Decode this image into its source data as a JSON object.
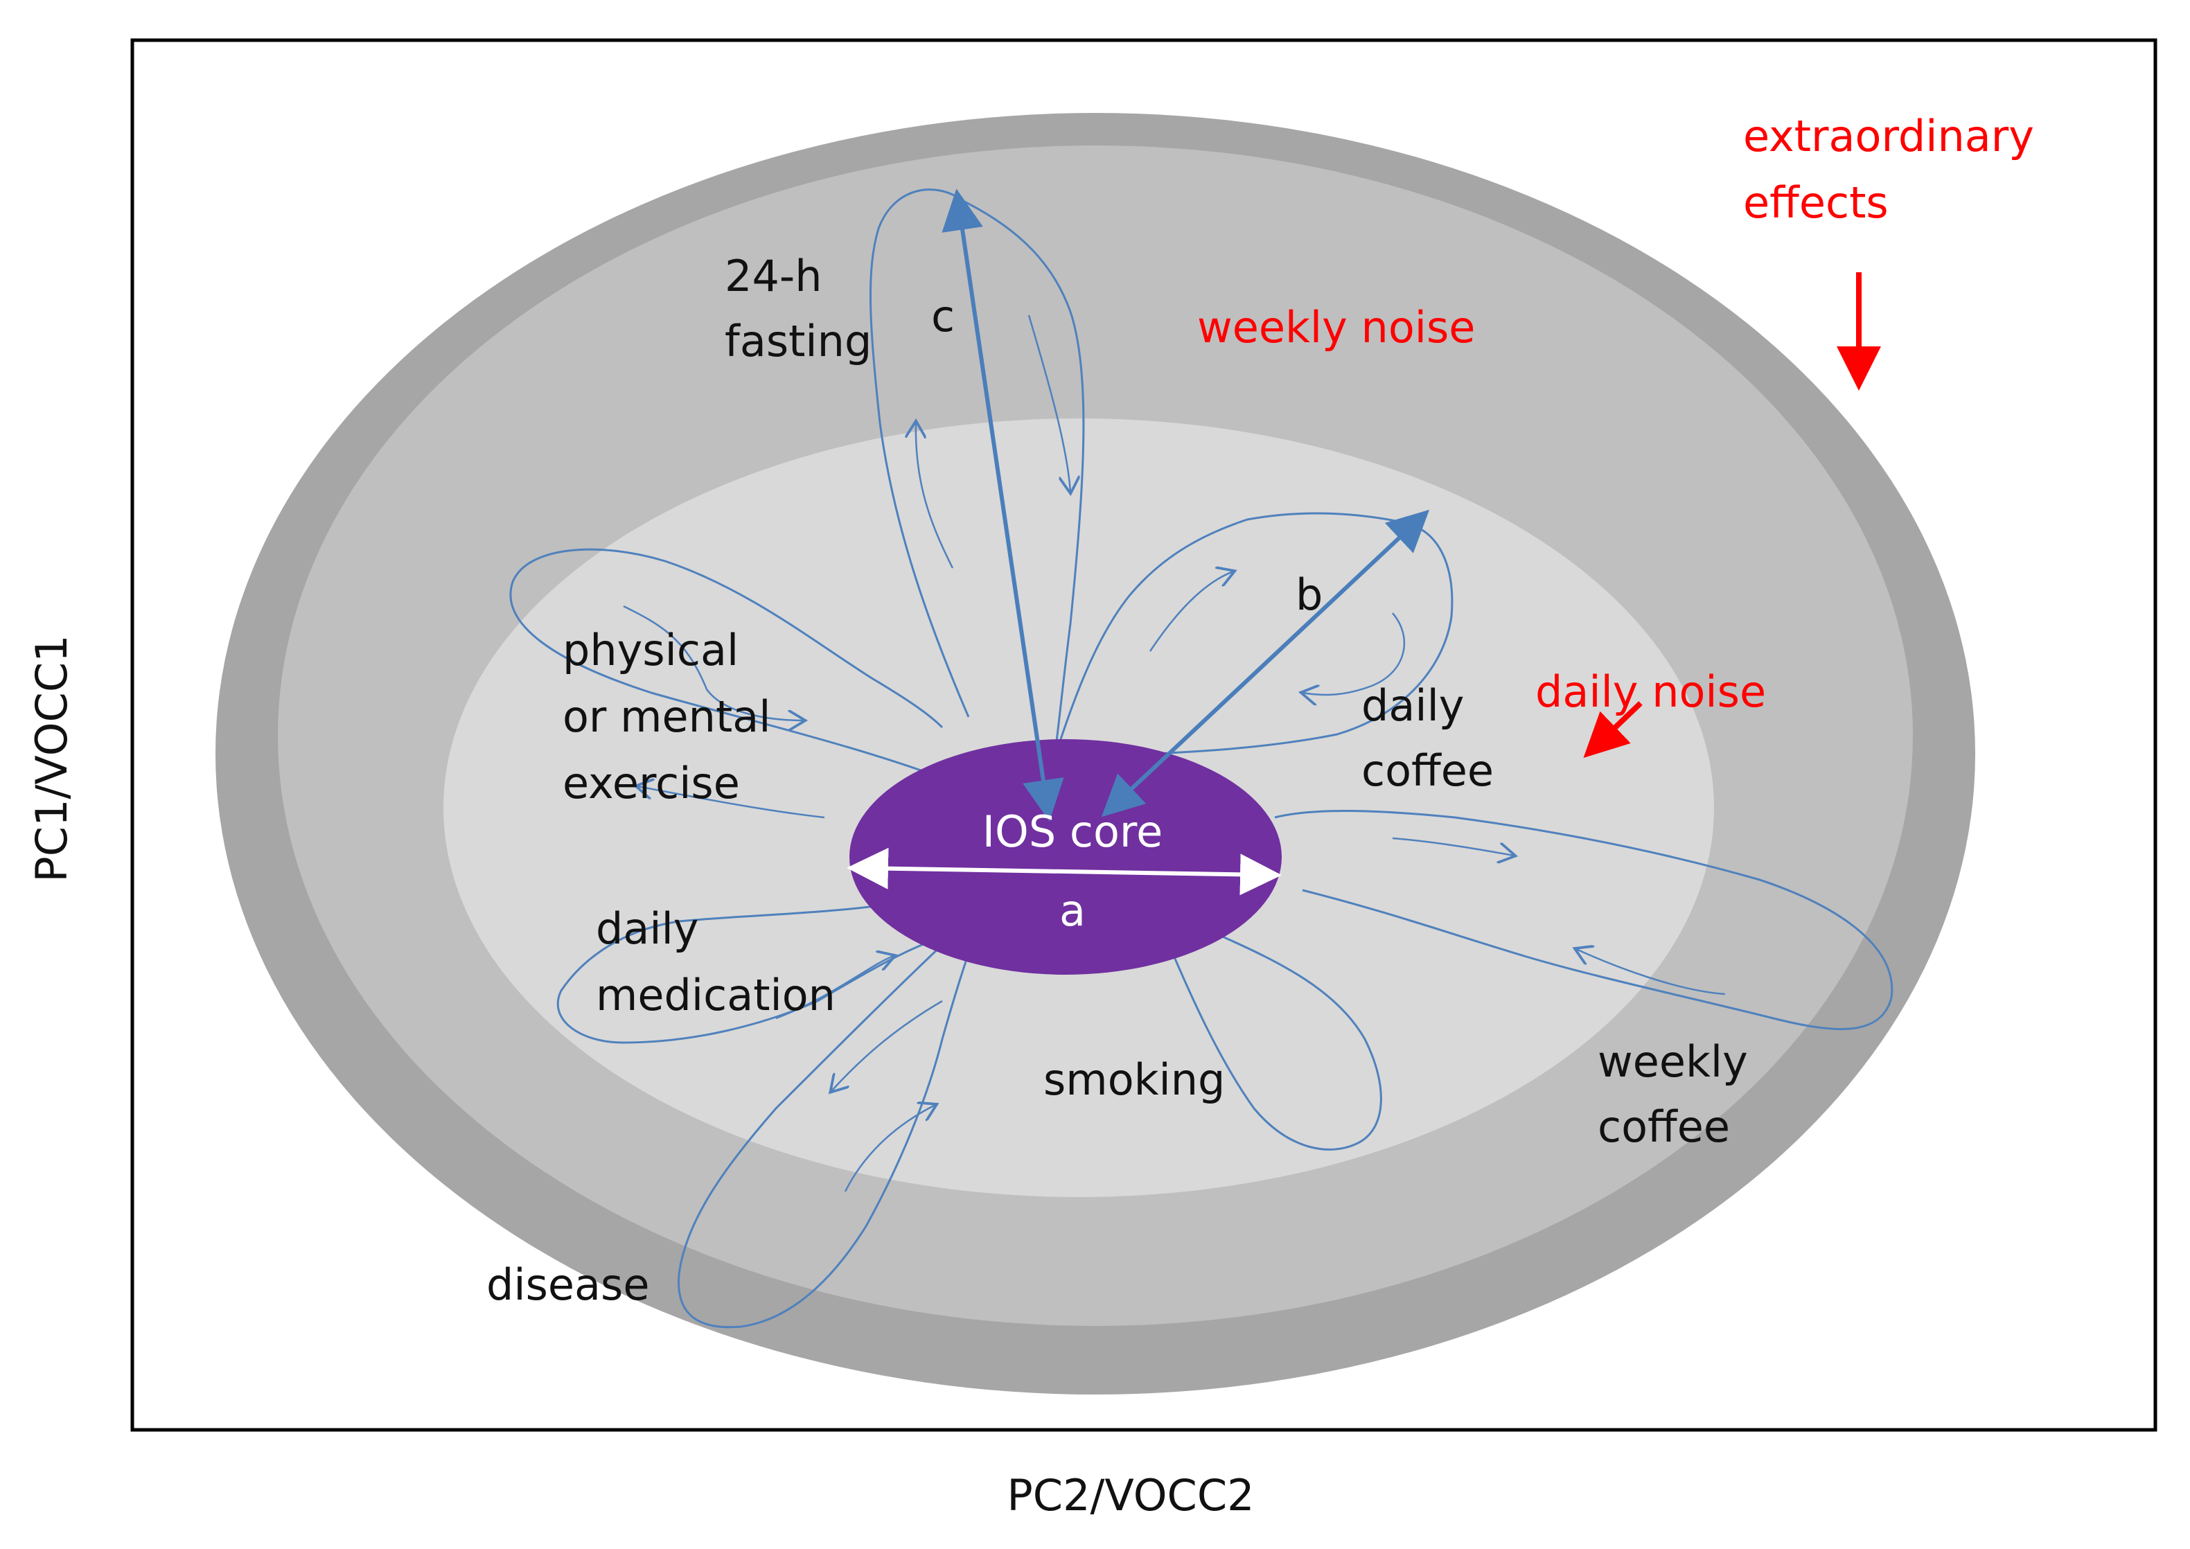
{
  "axes": {
    "y_label": "PC1/VOCC1",
    "x_label": "PC2/VOCC2"
  },
  "zones": {
    "outer_label_line1": "extraordinary",
    "outer_label_line2": "effects",
    "weekly_label": "weekly noise",
    "daily_label": "daily noise",
    "core_label": "IOS core"
  },
  "dimensions": {
    "a": "a",
    "b": "b",
    "c": "c"
  },
  "petals": {
    "fasting": [
      "24-h",
      "fasting"
    ],
    "exercise": [
      "physical",
      "or mental",
      "exercise"
    ],
    "daily_coffee": [
      "daily",
      "coffee"
    ],
    "medication": [
      "daily",
      "medication"
    ],
    "smoking": [
      "smoking"
    ],
    "weekly_coffee": [
      "weekly",
      "coffee"
    ],
    "disease": [
      "disease"
    ]
  },
  "colors": {
    "outer_ring": "#a6a6a6",
    "middle_ring": "#bfbfbf",
    "inner_ring": "#d9d9d9",
    "core": "#7030a0",
    "petal_stroke": "#4f81bd",
    "noise_text": "#ff0000"
  }
}
